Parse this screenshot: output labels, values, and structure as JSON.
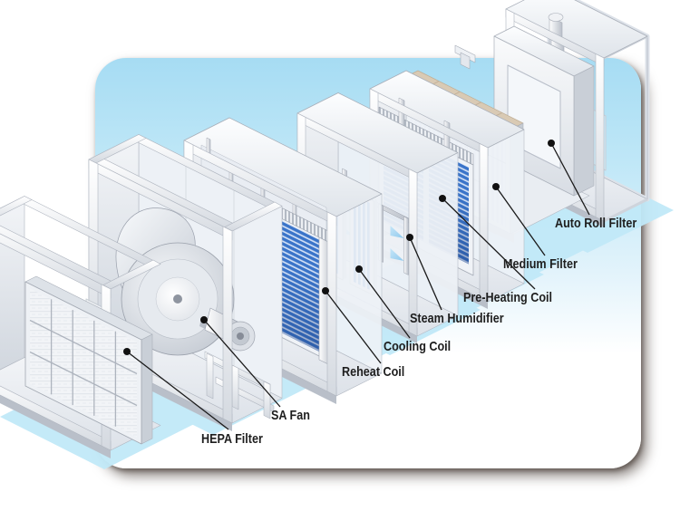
{
  "diagram": {
    "type": "ahu-exploded-isometric",
    "components": [
      {
        "id": "hepa-filter",
        "label": "HEPA Filter"
      },
      {
        "id": "sa-fan",
        "label": "SA Fan"
      },
      {
        "id": "reheat-coil",
        "label": "Reheat Coil"
      },
      {
        "id": "cooling-coil",
        "label": "Cooling Coil"
      },
      {
        "id": "steam-humidifier",
        "label": "Steam Humidifier"
      },
      {
        "id": "pre-heating-coil",
        "label": "Pre-Heating Coil"
      },
      {
        "id": "medium-filter",
        "label": "Medium Filter"
      },
      {
        "id": "auto-roll-filter",
        "label": "Auto Roll Filter"
      }
    ],
    "colors": {
      "coil_blue": "#3a74c9",
      "ground_cyan": "#c1e9f8",
      "sky_top": "#a6dcf3",
      "filter_tan": "#d9cab4",
      "label_text": "#1e1e1e"
    }
  }
}
